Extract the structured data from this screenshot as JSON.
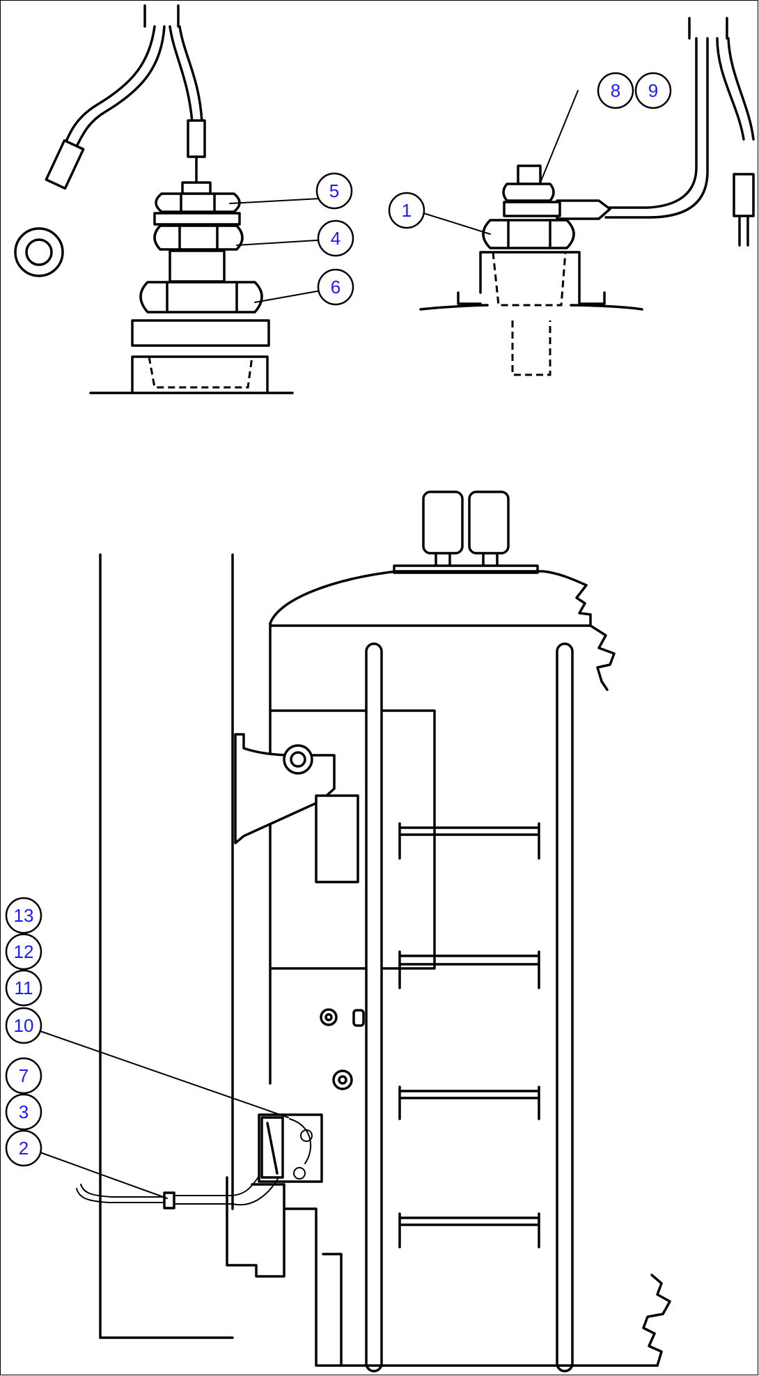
{
  "callouts": [
    {
      "id": "c1",
      "label": "1"
    },
    {
      "id": "c2",
      "label": "2"
    },
    {
      "id": "c3",
      "label": "3"
    },
    {
      "id": "c4",
      "label": "4"
    },
    {
      "id": "c5",
      "label": "5"
    },
    {
      "id": "c6",
      "label": "6"
    },
    {
      "id": "c7",
      "label": "7"
    },
    {
      "id": "c8",
      "label": "8"
    },
    {
      "id": "c9",
      "label": "9"
    },
    {
      "id": "c10",
      "label": "10"
    },
    {
      "id": "c11",
      "label": "11"
    },
    {
      "id": "c12",
      "label": "12"
    },
    {
      "id": "c13",
      "label": "13"
    }
  ],
  "colors": {
    "callout_text": "#1a1aff",
    "line": "#000000",
    "background": "#ffffff"
  }
}
